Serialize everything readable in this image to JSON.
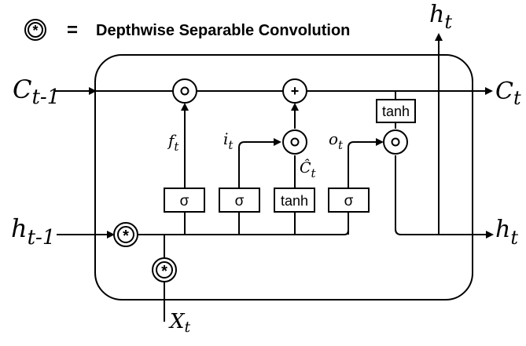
{
  "legend": {
    "equals": "=",
    "text": "Depthwise Separable Convolution"
  },
  "labels": {
    "c_prev": {
      "main": "C",
      "sub": "t-1"
    },
    "c_next": {
      "main": "C",
      "sub": "t"
    },
    "h_prev": {
      "main": "h",
      "sub": "t-1"
    },
    "h_next": {
      "main": "h",
      "sub": "t"
    },
    "h_top": {
      "main": "h",
      "sub": "t"
    },
    "x_in": {
      "main": "X",
      "sub": "t"
    },
    "f_gate": {
      "main": "f",
      "sub": "t"
    },
    "i_gate": {
      "main": "i",
      "sub": "t"
    },
    "o_gate": {
      "main": "o",
      "sub": "t"
    },
    "c_hat": {
      "main": "Ĉ",
      "sub": "t"
    }
  },
  "boxes": {
    "sigma1": "σ",
    "sigma2": "σ",
    "tanh_mid": "tanh",
    "sigma3": "σ",
    "tanh_top": "tanh"
  },
  "ops": {
    "mult1": "⊙",
    "add": "+",
    "mult2": "⊙",
    "mult3": "⊙"
  }
}
